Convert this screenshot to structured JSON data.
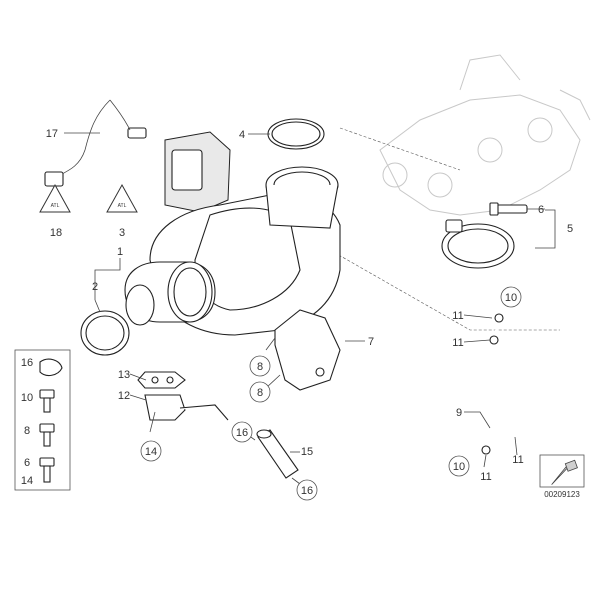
{
  "callouts": {
    "c1": "1",
    "c2": "2",
    "c3": "3",
    "c4": "4",
    "c5": "5",
    "c6": "6",
    "c7": "7",
    "c8a": "8",
    "c8b": "8",
    "c9": "9",
    "c10a": "10",
    "c10b": "10",
    "c11a": "11",
    "c11b": "11",
    "c11c": "11",
    "c11d": "11",
    "c12": "12",
    "c13": "13",
    "c14": "14",
    "c15": "15",
    "c16a": "16",
    "c16b": "16",
    "c17": "17",
    "c18": "18"
  },
  "legend_box": {
    "r16": "16",
    "r10": "10",
    "r8": "8",
    "r6": "6",
    "r14": "14"
  },
  "warning_labels": {
    "left": "ATL",
    "right": "ATL"
  },
  "figure_id": "00209123",
  "icons": {
    "warning": "warning-triangle-icon",
    "nav": "arrow-icon"
  }
}
